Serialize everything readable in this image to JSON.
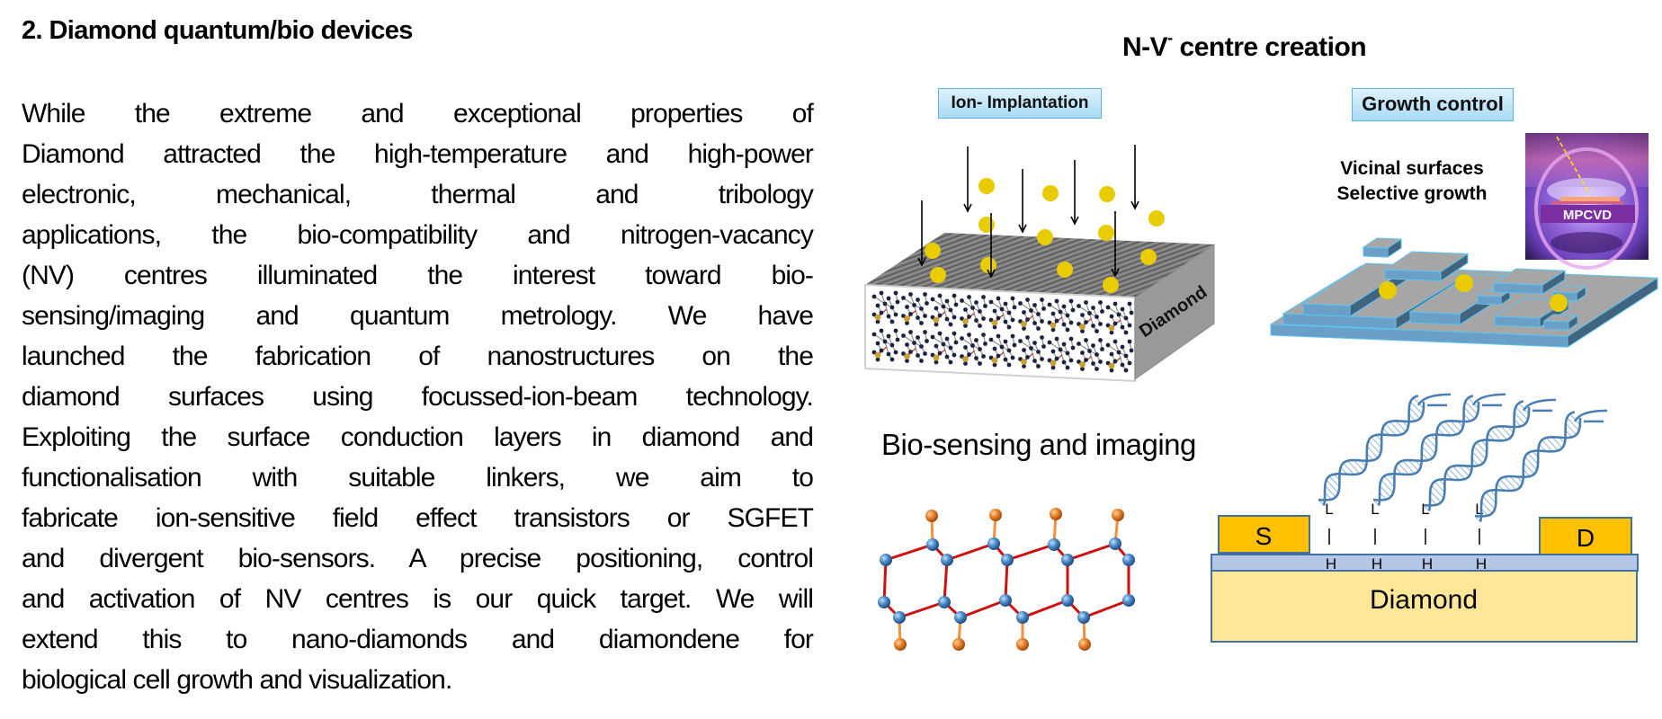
{
  "section": {
    "heading": "2. Diamond quantum/bio devices",
    "body_lines": [
      "While the extreme and exceptional properties of",
      "Diamond attracted the high-temperature and high-power",
      "electronic, mechanical, thermal and tribology",
      "applications, the bio-compatibility and nitrogen-vacancy",
      "(NV) centres illuminated the interest toward bio-",
      "sensing/imaging and quantum metrology. We have",
      "launched the fabrication of nanostructures on the",
      "diamond surfaces using focussed-ion-beam technology.",
      "Exploiting the surface conduction layers in diamond and",
      "functionalisation with suitable linkers, we aim to",
      "fabricate ion-sensitive field effect transistors or SGFET",
      "and divergent bio-sensors.  A precise positioning, control",
      "and activation of NV centres is our quick target. We will",
      "extend this to nano-diamonds and diamondene for",
      "biological cell growth and visualization."
    ]
  },
  "figure": {
    "nv_title_main": "N-V",
    "nv_title_sup": "-",
    "nv_title_rest": " centre creation",
    "ion_implantation_label": "Ion- Implantation",
    "diamond_block_label": "Diamond",
    "growth_control_label": "Growth control",
    "growth_lines": [
      "Vicinal surfaces",
      "Selective growth"
    ],
    "mpcvd_label": "MPCVD",
    "bio_title": "Bio-sensing and imaging",
    "device": {
      "source_label": "S",
      "drain_label": "D",
      "substrate_label": "Diamond",
      "linker_label": "L",
      "bar_label": "|",
      "hydrogen_label": "H",
      "linker_count": 4
    },
    "colors": {
      "ion_dot": "#e8cc00",
      "label_box_border": "#5bb5e8",
      "electrode": "#ffc000",
      "substrate": "#ffe699",
      "surface_layer": "#b4c7e7",
      "device_border": "#41719c",
      "dna": "#4a7eb0",
      "bond_red": "#cc1111",
      "atom_blue": "#4f8cc9",
      "atom_orange": "#e8822a",
      "slab_grey": "#a6a6a6",
      "slab_blue": "#6a9fc8"
    }
  }
}
